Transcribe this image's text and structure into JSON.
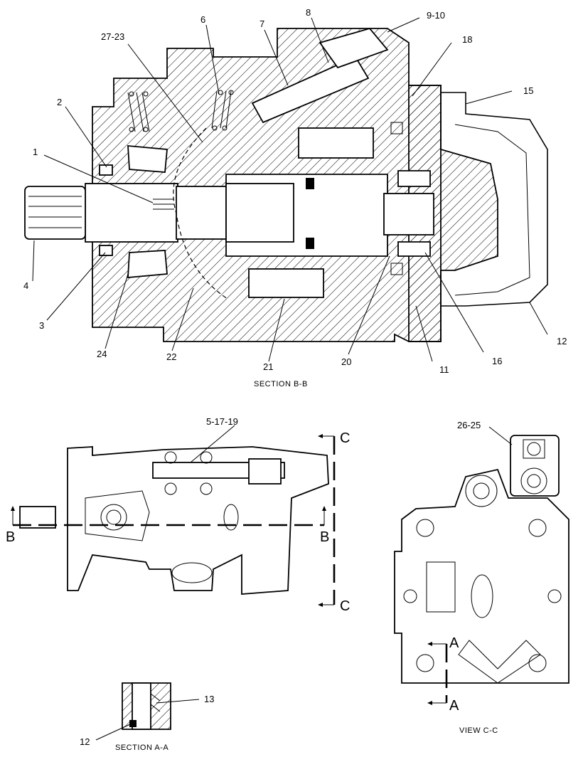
{
  "section_bb": {
    "caption": "SECTION B-B",
    "callouts": [
      "1",
      "2",
      "3",
      "4",
      "6",
      "7",
      "8",
      "9-10",
      "11",
      "12",
      "15",
      "16",
      "18",
      "20",
      "21",
      "22",
      "24",
      "27-23"
    ]
  },
  "side_view": {
    "callout": "5-17-19",
    "markers": [
      "B",
      "B",
      "C",
      "C"
    ]
  },
  "view_cc": {
    "caption": "VIEW C-C",
    "callout": "26-25",
    "markers": [
      "A",
      "A"
    ]
  },
  "section_aa": {
    "caption": "SECTION A-A",
    "callouts": [
      "13",
      "12"
    ]
  }
}
